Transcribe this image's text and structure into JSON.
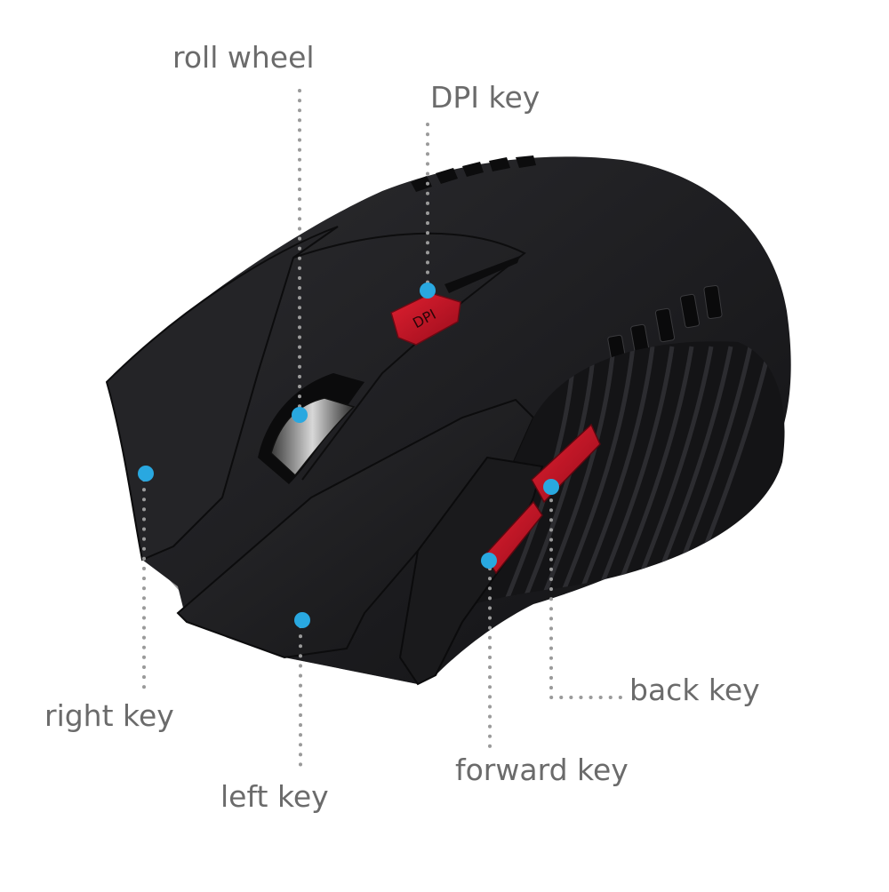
{
  "labels": {
    "roll_wheel": "roll wheel",
    "dpi_key": "DPI key",
    "right_key": "right key",
    "back_key": "back key",
    "forward_key": "forward key",
    "left_key": "left key"
  },
  "mouse": {
    "dpi_button_text": "DPI"
  },
  "colors": {
    "label_text": "#6b6b6b",
    "callout_dot": "#29a8e0",
    "leader_line": "#9a9a9a",
    "mouse_body": "#1c1c1e",
    "accent_red": "#c8102e"
  }
}
